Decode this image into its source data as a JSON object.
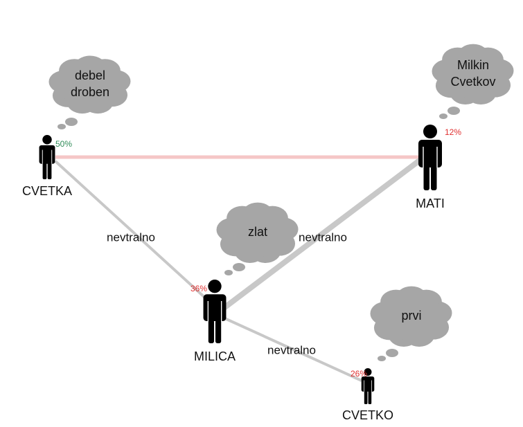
{
  "colors": {
    "cloud": "#a6a6a6",
    "person": "#000000",
    "edge_neutral": "#c8c8c8",
    "edge_tense": "#f5c6c6",
    "pct_green": "#2e8b57",
    "pct_red": "#e03030",
    "text": "#111111"
  },
  "people": [
    {
      "id": "cvetka",
      "name": "CVETKA",
      "percent": "50%",
      "percent_color": "green",
      "thought": [
        "debel",
        "droben"
      ]
    },
    {
      "id": "mati",
      "name": "MATI",
      "percent": "12%",
      "percent_color": "red",
      "thought": [
        "Milkin",
        "Cvetkov"
      ]
    },
    {
      "id": "milica",
      "name": "MILICA",
      "percent": "36%",
      "percent_color": "red",
      "thought": [
        "zlat"
      ]
    },
    {
      "id": "cvetko",
      "name": "CVETKO",
      "percent": "26%",
      "percent_color": "red",
      "thought": [
        "prvi"
      ]
    }
  ],
  "relations": [
    {
      "from": "cvetka",
      "to": "mati",
      "label": "",
      "kind": "tense"
    },
    {
      "from": "cvetka",
      "to": "milica",
      "label": "nevtralno",
      "kind": "neutral"
    },
    {
      "from": "milica",
      "to": "mati",
      "label": "nevtralno",
      "kind": "neutral-strong"
    },
    {
      "from": "milica",
      "to": "cvetko",
      "label": "nevtralno",
      "kind": "neutral"
    }
  ]
}
